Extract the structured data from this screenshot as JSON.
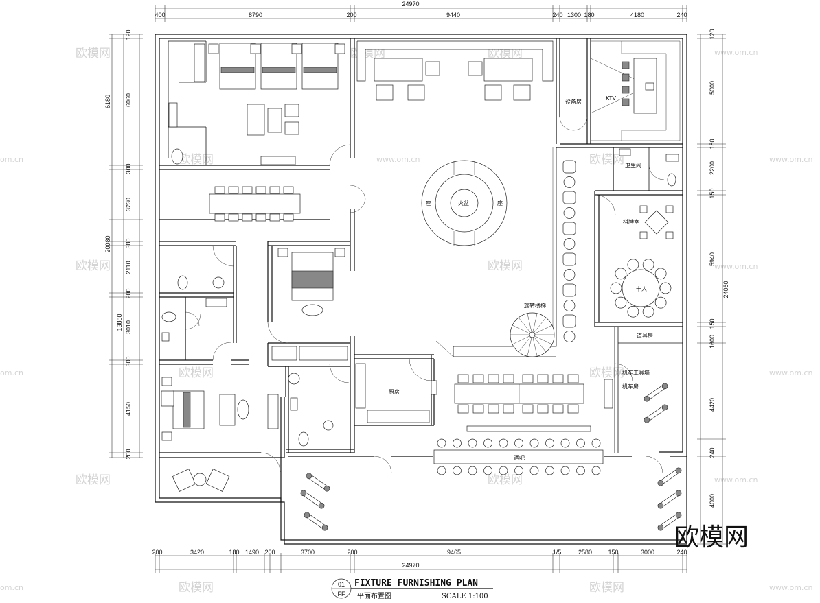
{
  "dims": {
    "top_total": "24970",
    "top": [
      "400",
      "8790",
      "200",
      "9440",
      "240",
      "1300",
      "180",
      "4180",
      "240"
    ],
    "bottom_total": "24970",
    "bottom": [
      "200",
      "3420",
      "180",
      "1490",
      "200",
      "3700",
      "200",
      "9465",
      "1/5",
      "2580",
      "150",
      "3000",
      "240"
    ],
    "left_outer": [
      "6180",
      "20080",
      "13880"
    ],
    "left_inner": [
      "120",
      "6060",
      "300",
      "3230",
      "380",
      "2110",
      "200",
      "3010",
      "300",
      "4150",
      "200"
    ],
    "right_total": "24060",
    "right": [
      "120",
      "5000",
      "180",
      "2200",
      "150",
      "5940",
      "150",
      "1600",
      "4420",
      "240",
      "4000"
    ]
  },
  "rooms": {
    "equipment": "设备房",
    "ktv": "KTV",
    "restroom": "卫生间",
    "mahjong": "棋牌室",
    "ten_people": "十人",
    "seat_left": "座",
    "seat_right": "座",
    "fire_pit": "火盆",
    "spiral_stair": "旋转楼梯",
    "storage": "道具房",
    "tool_wall": "机车工具墙",
    "moto_room": "机车房",
    "kitchen": "厨房",
    "bar": "酒吧"
  },
  "title": {
    "number": "01",
    "code": "FF",
    "main": "FIXTURE FURNISHING PLAN",
    "sub": "平面布置图",
    "scale": "SCALE 1:100"
  },
  "watermarks": {
    "brand": "欧模网",
    "domain": "www.om.cn",
    "domain_short": "om.cn",
    "big": "欧模网"
  }
}
